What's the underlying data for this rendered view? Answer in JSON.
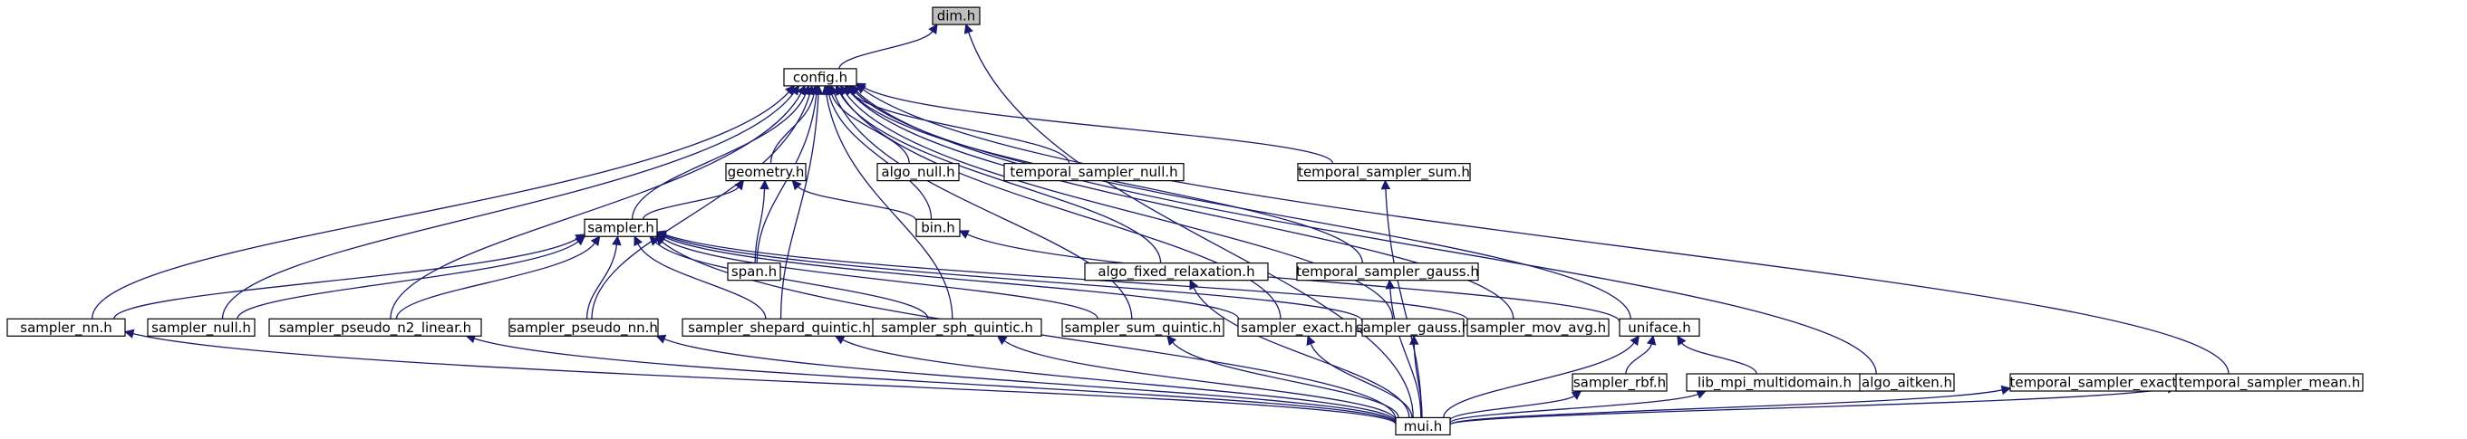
{
  "graph": {
    "nodes": [
      {
        "id": "dim",
        "label": "dim.h",
        "highlight": true
      },
      {
        "id": "config",
        "label": "config.h"
      },
      {
        "id": "geometry",
        "label": "geometry.h"
      },
      {
        "id": "algo_null",
        "label": "algo_null.h"
      },
      {
        "id": "temporal_sampler_null",
        "label": "temporal_sampler_null.h"
      },
      {
        "id": "temporal_sampler_sum",
        "label": "temporal_sampler_sum.h"
      },
      {
        "id": "sampler",
        "label": "sampler.h"
      },
      {
        "id": "span",
        "label": "span.h"
      },
      {
        "id": "bin",
        "label": "bin.h"
      },
      {
        "id": "algo_fixed_relaxation",
        "label": "algo_fixed_relaxation.h"
      },
      {
        "id": "temporal_sampler_gauss",
        "label": "temporal_sampler_gauss.h"
      },
      {
        "id": "sampler_nn",
        "label": "sampler_nn.h"
      },
      {
        "id": "sampler_null",
        "label": "sampler_null.h"
      },
      {
        "id": "sampler_pseudo_n2_linear",
        "label": "sampler_pseudo_n2_linear.h"
      },
      {
        "id": "sampler_pseudo_nn",
        "label": "sampler_pseudo_nn.h"
      },
      {
        "id": "sampler_shepard_quintic",
        "label": "sampler_shepard_quintic.h"
      },
      {
        "id": "sampler_sph_quintic",
        "label": "sampler_sph_quintic.h"
      },
      {
        "id": "sampler_sum_quintic",
        "label": "sampler_sum_quintic.h"
      },
      {
        "id": "sampler_exact",
        "label": "sampler_exact.h"
      },
      {
        "id": "sampler_gauss",
        "label": "sampler_gauss.h"
      },
      {
        "id": "sampler_mov_avg",
        "label": "sampler_mov_avg.h"
      },
      {
        "id": "uniface",
        "label": "uniface.h"
      },
      {
        "id": "sampler_rbf",
        "label": "sampler_rbf.h"
      },
      {
        "id": "lib_mpi_multidomain",
        "label": "lib_mpi_multidomain.h"
      },
      {
        "id": "algo_aitken",
        "label": "algo_aitken.h"
      },
      {
        "id": "temporal_sampler_exact",
        "label": "temporal_sampler_exact.h"
      },
      {
        "id": "temporal_sampler_mean",
        "label": "temporal_sampler_mean.h"
      },
      {
        "id": "mui",
        "label": "mui.h"
      }
    ],
    "edges": [
      {
        "from": "config",
        "to": "dim"
      },
      {
        "from": "mui",
        "to": "dim"
      },
      {
        "from": "geometry",
        "to": "config"
      },
      {
        "from": "algo_null",
        "to": "config"
      },
      {
        "from": "temporal_sampler_null",
        "to": "config"
      },
      {
        "from": "temporal_sampler_sum",
        "to": "config"
      },
      {
        "from": "sampler",
        "to": "config"
      },
      {
        "from": "span",
        "to": "config"
      },
      {
        "from": "bin",
        "to": "config"
      },
      {
        "from": "algo_fixed_relaxation",
        "to": "config"
      },
      {
        "from": "temporal_sampler_gauss",
        "to": "config"
      },
      {
        "from": "sampler_nn",
        "to": "config"
      },
      {
        "from": "sampler_null",
        "to": "config"
      },
      {
        "from": "sampler_pseudo_n2_linear",
        "to": "config"
      },
      {
        "from": "sampler_pseudo_nn",
        "to": "config"
      },
      {
        "from": "sampler_shepard_quintic",
        "to": "config"
      },
      {
        "from": "sampler_sph_quintic",
        "to": "config"
      },
      {
        "from": "sampler_sum_quintic",
        "to": "config"
      },
      {
        "from": "sampler_exact",
        "to": "config"
      },
      {
        "from": "sampler_gauss",
        "to": "config"
      },
      {
        "from": "sampler_mov_avg",
        "to": "config"
      },
      {
        "from": "uniface",
        "to": "config"
      },
      {
        "from": "algo_aitken",
        "to": "config"
      },
      {
        "from": "temporal_sampler_mean",
        "to": "config"
      },
      {
        "from": "sampler",
        "to": "geometry"
      },
      {
        "from": "span",
        "to": "geometry"
      },
      {
        "from": "bin",
        "to": "geometry"
      },
      {
        "from": "sampler_nn",
        "to": "sampler"
      },
      {
        "from": "sampler_null",
        "to": "sampler"
      },
      {
        "from": "sampler_pseudo_n2_linear",
        "to": "sampler"
      },
      {
        "from": "sampler_pseudo_nn",
        "to": "sampler"
      },
      {
        "from": "sampler_shepard_quintic",
        "to": "sampler"
      },
      {
        "from": "sampler_sph_quintic",
        "to": "sampler"
      },
      {
        "from": "sampler_sum_quintic",
        "to": "sampler"
      },
      {
        "from": "sampler_exact",
        "to": "sampler"
      },
      {
        "from": "sampler_gauss",
        "to": "sampler"
      },
      {
        "from": "sampler_mov_avg",
        "to": "sampler"
      },
      {
        "from": "mui",
        "to": "sampler"
      },
      {
        "from": "uniface",
        "to": "bin"
      },
      {
        "from": "sampler_rbf",
        "to": "uniface"
      },
      {
        "from": "lib_mpi_multidomain",
        "to": "uniface"
      },
      {
        "from": "mui",
        "to": "uniface"
      },
      {
        "from": "mui",
        "to": "sampler_nn"
      },
      {
        "from": "mui",
        "to": "sampler_pseudo_n2_linear"
      },
      {
        "from": "mui",
        "to": "sampler_pseudo_nn"
      },
      {
        "from": "mui",
        "to": "sampler_shepard_quintic"
      },
      {
        "from": "mui",
        "to": "sampler_sph_quintic"
      },
      {
        "from": "mui",
        "to": "sampler_sum_quintic"
      },
      {
        "from": "mui",
        "to": "sampler_exact"
      },
      {
        "from": "mui",
        "to": "sampler_gauss"
      },
      {
        "from": "mui",
        "to": "sampler_rbf"
      },
      {
        "from": "mui",
        "to": "lib_mpi_multidomain"
      },
      {
        "from": "mui",
        "to": "algo_fixed_relaxation"
      },
      {
        "from": "mui",
        "to": "temporal_sampler_gauss"
      },
      {
        "from": "mui",
        "to": "temporal_sampler_sum"
      },
      {
        "from": "mui",
        "to": "temporal_sampler_exact"
      },
      {
        "from": "mui",
        "to": "temporal_sampler_mean"
      }
    ]
  },
  "colors": {
    "edge": "#191970",
    "node_fill": "#ffffff",
    "highlight_fill": "#bfbfbf",
    "border": "#000000"
  }
}
